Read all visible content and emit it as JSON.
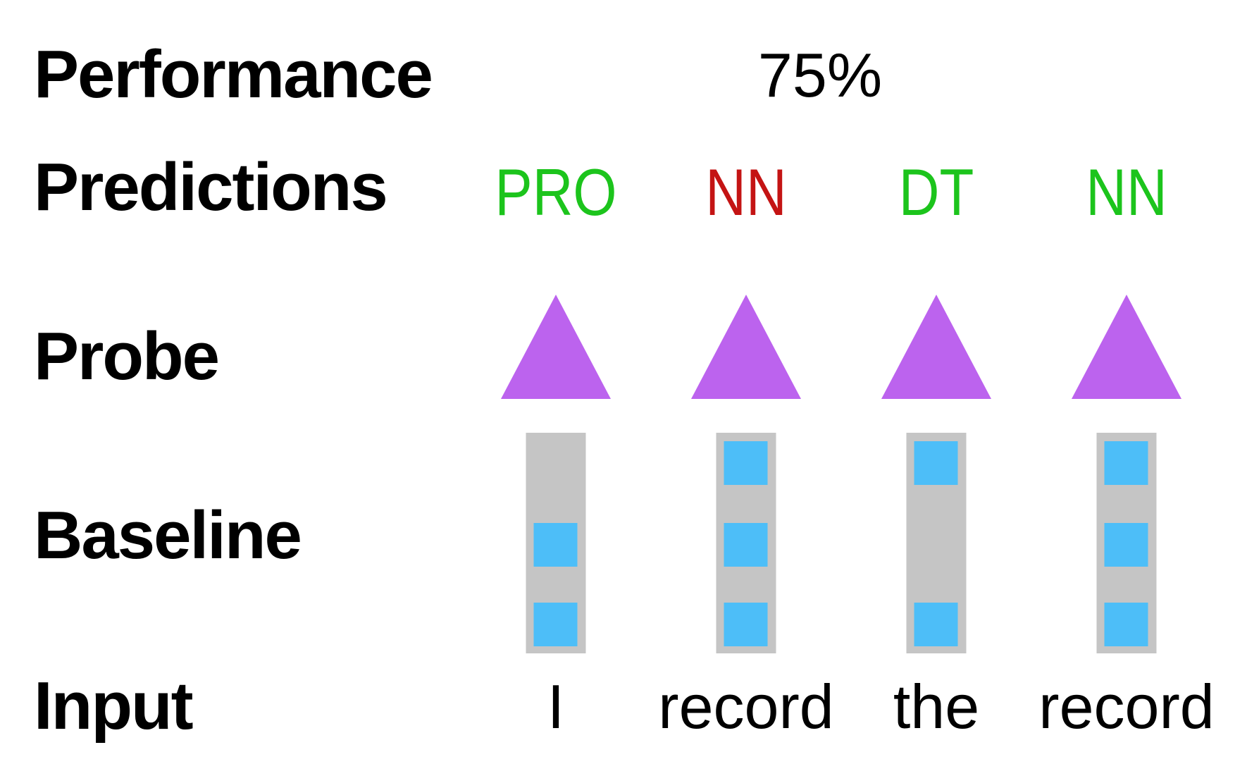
{
  "figure": {
    "description": "Probing diagram: a probe classifier predicts POS tags from baseline word embeddings",
    "performance_value": "75%"
  },
  "labels": {
    "performance": "Performance",
    "predictions": "Predictions",
    "probe": "Probe",
    "baseline": "Baseline",
    "input": "Input"
  },
  "columns": [
    {
      "input": "I",
      "prediction": "PRO",
      "correct": true,
      "cells": [
        false,
        true,
        true
      ]
    },
    {
      "input": "record",
      "prediction": "NN",
      "correct": false,
      "cells": [
        true,
        true,
        true
      ]
    },
    {
      "input": "the",
      "prediction": "DT",
      "correct": true,
      "cells": [
        true,
        false,
        true
      ]
    },
    {
      "input": "record",
      "prediction": "NN",
      "correct": true,
      "cells": [
        true,
        true,
        true
      ]
    }
  ],
  "colors": {
    "correct": "#1cc41c",
    "incorrect": "#c41414",
    "probe": "#bc63ee",
    "bar": "#c5c5c5",
    "cell": "#4dbef8",
    "text": "#000000",
    "background": "#ffffff"
  }
}
